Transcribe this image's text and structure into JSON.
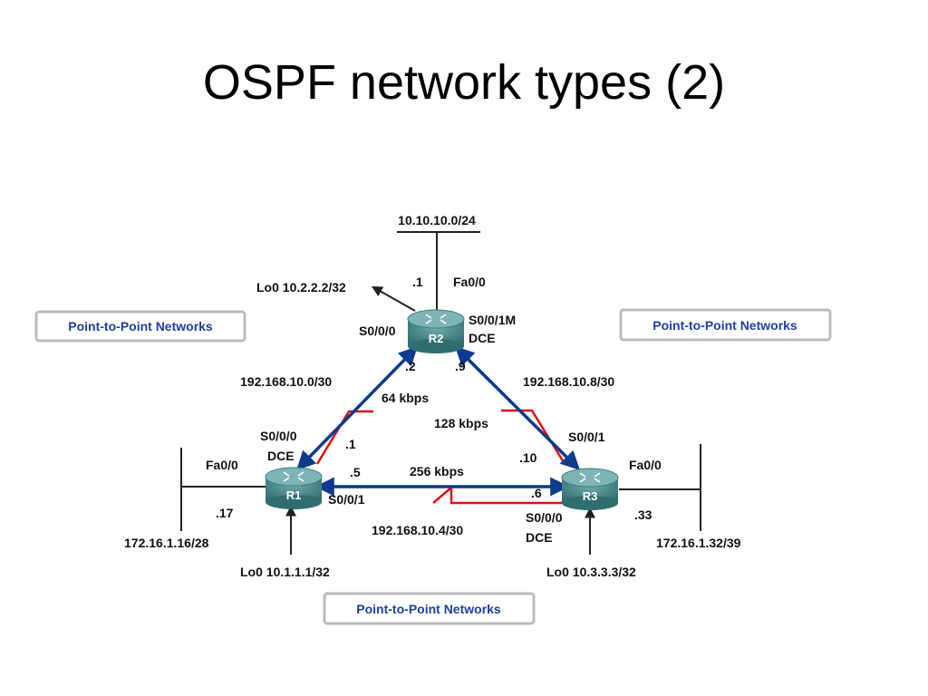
{
  "title": "OSPF network types (2)",
  "colors": {
    "link": "#0d3a8c",
    "serial": "#e01010",
    "router": "#3e7f82",
    "callout_text": "#1f3fa0"
  },
  "callouts": {
    "left": "Point-to-Point Networks",
    "right": "Point-to-Point Networks",
    "bottom": "Point-to-Point Networks"
  },
  "routers": {
    "r1": {
      "name": "R1",
      "icon": "router-icon"
    },
    "r2": {
      "name": "R2",
      "icon": "router-icon"
    },
    "r3": {
      "name": "R3",
      "icon": "router-icon"
    }
  },
  "networks": {
    "r2_lan": "10.10.10.0/24",
    "r1_lan": "172.16.1.16/28",
    "r3_lan": "172.16.1.32/39",
    "r1_r2": "192.168.10.0/30",
    "r2_r3": "192.168.10.8/30",
    "r1_r3": "192.168.10.4/30"
  },
  "bandwidth": {
    "r1_r2": "64 kbps",
    "r2_r3": "128 kbps",
    "r1_r3": "256 kbps"
  },
  "interfaces": {
    "r2_fa": "Fa0/0",
    "r2_fa_ip": ".1",
    "r2_lo": "Lo0 10.2.2.2/32",
    "r2_s000": "S0/0/0",
    "r2_s001": "S0/0/1M",
    "r2_dce": "DCE",
    "r2_ip_left": ".2",
    "r2_ip_right": ".9",
    "r1_s000": "S0/0/0",
    "r1_dce": "DCE",
    "r1_ip_top": ".1",
    "r1_fa": "Fa0/0",
    "r1_fa_ip": ".17",
    "r1_ip_right": ".5",
    "r1_s001": "S0/0/1",
    "r1_lo": "Lo0 10.1.1.1/32",
    "r3_s001": "S0/0/1",
    "r3_ip_top": ".10",
    "r3_fa": "Fa0/0",
    "r3_ip_left": ".6",
    "r3_s000": "S0/0/0",
    "r3_dce": "DCE",
    "r3_fa_ip": ".33",
    "r3_lo": "Lo0 10.3.3.3/32"
  }
}
